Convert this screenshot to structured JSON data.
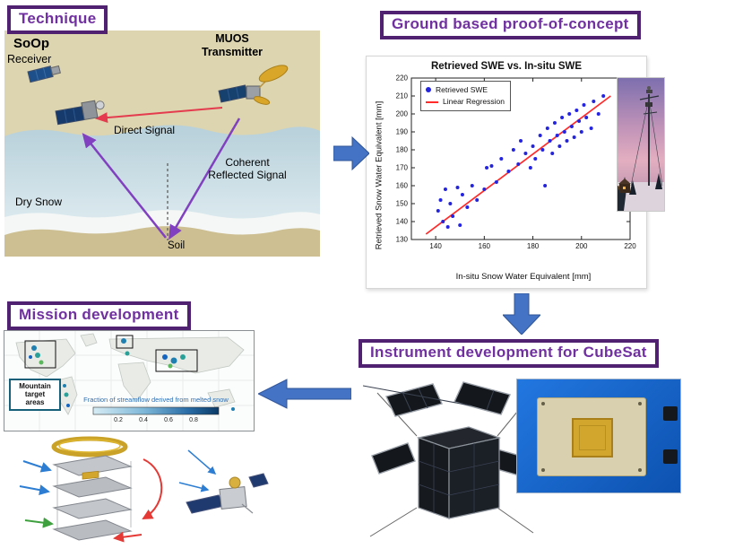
{
  "titles": {
    "technique": "Technique",
    "proof": "Ground based proof-of-concept",
    "mission": "Mission development",
    "instrument": "Instrument development for CubeSat"
  },
  "technique": {
    "soop": "SoOp",
    "receiver": "Receiver",
    "muos": "MUOS",
    "transmitter": "Transmitter",
    "direct_signal": "Direct Signal",
    "coherent_line1": "Coherent",
    "coherent_line2": "Reflected Signal",
    "dry_snow": "Dry Snow",
    "soil": "Soil"
  },
  "mission": {
    "target_label": [
      "Mountain",
      "target",
      "areas"
    ],
    "colorbar_label": "Fraction of streamflow derived from melted snow",
    "colorbar_ticks": [
      "0.2",
      "0.4",
      "0.6",
      "0.8"
    ]
  },
  "colors": {
    "title_purple": "#7030a0",
    "flow_arrow_blue": "#4472c4",
    "scatter_blue": "#2424e0",
    "regression_red": "#ff2a2a",
    "signal_purple": "#8040c0",
    "signal_red": "#e43c4e"
  },
  "chart_data": {
    "type": "scatter",
    "title": "Retrieved SWE vs. In-situ SWE",
    "xlabel": "In-situ Snow Water Equivalent [mm]",
    "ylabel": "Retrieved Snow Water Equivalent [mm]",
    "xlim": [
      130,
      220
    ],
    "ylim": [
      130,
      220
    ],
    "xticks": [
      140,
      160,
      180,
      200,
      220
    ],
    "yticks": [
      130,
      140,
      150,
      160,
      170,
      180,
      190,
      200,
      210,
      220
    ],
    "legend": [
      "Retrieved SWE",
      "Linear Regression"
    ],
    "legend_position": "top-left",
    "grid": false,
    "series": [
      {
        "name": "Retrieved SWE",
        "type": "scatter",
        "color": "#2424e0",
        "points": [
          [
            141,
            146
          ],
          [
            142,
            152
          ],
          [
            143,
            140
          ],
          [
            144,
            158
          ],
          [
            145,
            137
          ],
          [
            146,
            150
          ],
          [
            147,
            143
          ],
          [
            149,
            159
          ],
          [
            150,
            138
          ],
          [
            151,
            155
          ],
          [
            153,
            148
          ],
          [
            155,
            160
          ],
          [
            157,
            152
          ],
          [
            160,
            158
          ],
          [
            161,
            170
          ],
          [
            163,
            171
          ],
          [
            165,
            162
          ],
          [
            167,
            175
          ],
          [
            170,
            168
          ],
          [
            172,
            180
          ],
          [
            174,
            172
          ],
          [
            175,
            185
          ],
          [
            177,
            178
          ],
          [
            179,
            170
          ],
          [
            180,
            182
          ],
          [
            181,
            175
          ],
          [
            183,
            188
          ],
          [
            184,
            180
          ],
          [
            185,
            160
          ],
          [
            186,
            192
          ],
          [
            187,
            185
          ],
          [
            188,
            178
          ],
          [
            189,
            195
          ],
          [
            190,
            188
          ],
          [
            191,
            182
          ],
          [
            192,
            198
          ],
          [
            193,
            190
          ],
          [
            194,
            185
          ],
          [
            195,
            200
          ],
          [
            196,
            193
          ],
          [
            197,
            187
          ],
          [
            198,
            202
          ],
          [
            199,
            196
          ],
          [
            200,
            190
          ],
          [
            201,
            205
          ],
          [
            202,
            198
          ],
          [
            204,
            192
          ],
          [
            205,
            207
          ],
          [
            207,
            200
          ],
          [
            209,
            210
          ]
        ]
      },
      {
        "name": "Linear Regression",
        "type": "line",
        "color": "#ff2a2a",
        "x": [
          136,
          212
        ],
        "y": [
          133,
          210
        ]
      }
    ]
  }
}
